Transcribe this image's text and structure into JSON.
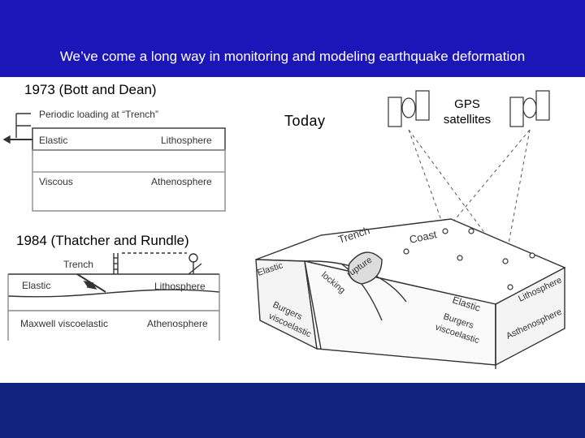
{
  "slide": {
    "title": "We’ve come a long way in monitoring and modeling earthquake deformation",
    "label_1973": "1973 (Bott and Dean)",
    "label_1984": "1984 (Thatcher and Rundle)",
    "label_today": "Today",
    "gps_label_line1": "GPS",
    "gps_label_line2": "satellites",
    "colors": {
      "header_bg": "#1c16b8",
      "footer_bg": "#10227e",
      "title_text": "#ffffff"
    }
  },
  "model_1973": {
    "loading": "Periodic loading at “Trench”",
    "elastic": "Elastic",
    "lithosphere": "Lithosphere",
    "viscous": "Viscous",
    "athenosphere": "Athenosphere"
  },
  "model_1984": {
    "trench": "Trench",
    "elastic": "Elastic",
    "lithosphere": "Lithosphere",
    "maxwell": "Maxwell viscoelastic",
    "athenosphere": "Athenosphere"
  },
  "model_today": {
    "trench": "Trench",
    "coast": "Coast",
    "rupture": "rupture",
    "locking": "locking",
    "elastic_left": "Elastic",
    "burgers_left_1": "Burgers",
    "burgers_left_2": "viscoelastic",
    "elastic_right": "Elastic",
    "burgers_right_1": "Burgers",
    "burgers_right_2": "viscoelastic",
    "lithosphere": "Lithosphere",
    "asthenosphere": "Asthenosphere"
  }
}
